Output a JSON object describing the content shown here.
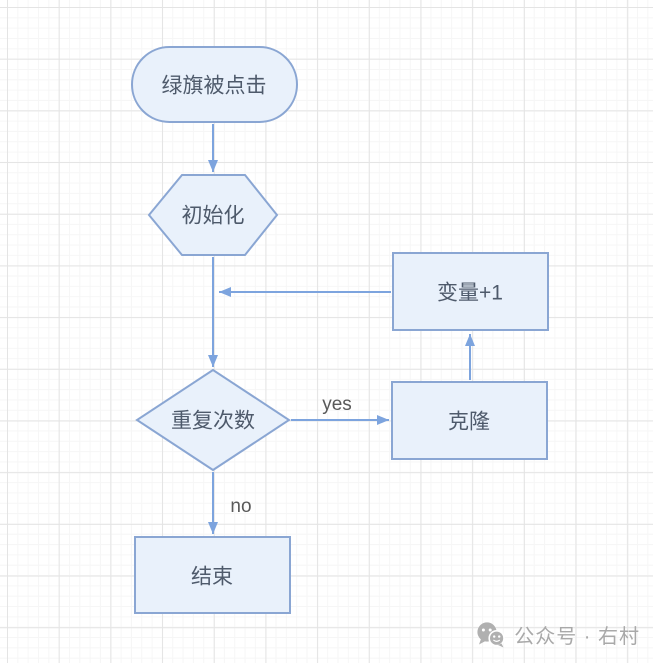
{
  "theme": {
    "canvas-bg": "#ffffff",
    "grid-major": "#e4e4e4",
    "grid-minor": "#f6f6f6",
    "node-fill": "#e9f1fb",
    "node-stroke": "#8aa6d3",
    "node-text": "#4e5a6b",
    "connector": "#7da4de",
    "edge-label": "#595959",
    "watermark": "#a9a9a9"
  },
  "diagram": {
    "nodes": {
      "start": {
        "label": "绿旗被点击",
        "shape": "terminator"
      },
      "init": {
        "label": "初始化",
        "shape": "hexagon"
      },
      "increment": {
        "label": "变量+1",
        "shape": "rectangle"
      },
      "decision": {
        "label": "重复次数",
        "shape": "diamond"
      },
      "clone": {
        "label": "克隆",
        "shape": "rectangle"
      },
      "end": {
        "label": "结束",
        "shape": "rectangle"
      }
    },
    "edge_labels": {
      "yes": "yes",
      "no": "no"
    }
  },
  "watermark": {
    "text": "公众号 · 右村",
    "icon": "wechat-icon"
  }
}
